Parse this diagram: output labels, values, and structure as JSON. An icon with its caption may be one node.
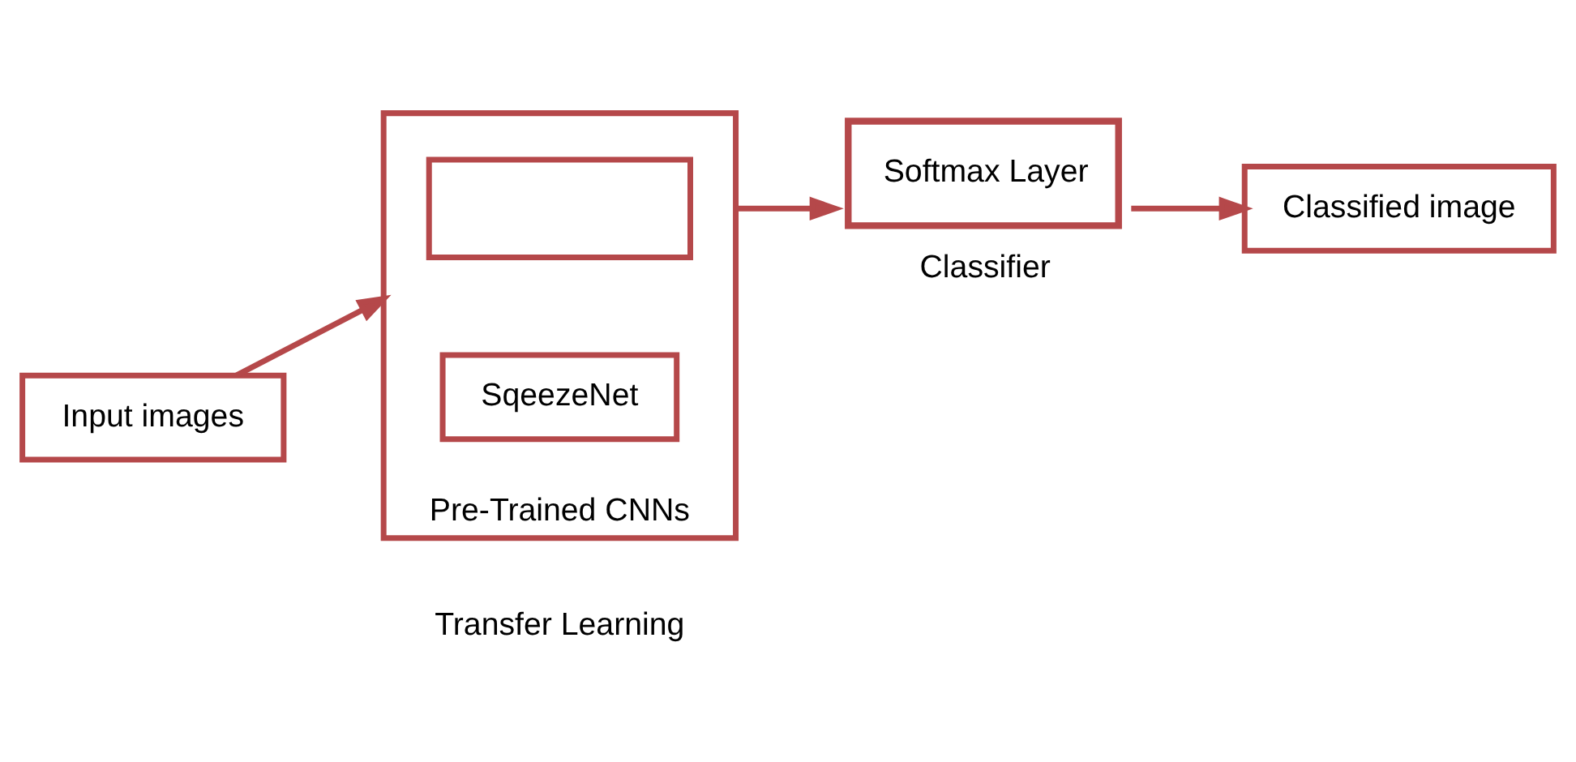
{
  "diagram": {
    "nodes": [
      {
        "text": [
          "Input images"
        ]
      },
      {
        "text": [
          "Pre-Trained CNNs"
        ]
      },
      {
        "text": [],
        "shape": "box",
        "in": 1
      },
      {
        "text": [
          "SqeezeNet"
        ],
        "in": 1
      },
      {
        "text": [
          "Softmax Layer"
        ],
        "beside": [
          "Classifier"
        ]
      },
      {
        "text": [
          "Classified image"
        ]
      }
    ],
    "edges": [
      {
        "from": 0,
        "to": 1,
        "arrow": "to"
      },
      {
        "from": 1,
        "to": 4,
        "arrow": "to"
      },
      {
        "from": 4,
        "to": 5,
        "arrow": "to"
      }
    ],
    "labels": [
      "Transfer Learning"
    ]
  }
}
